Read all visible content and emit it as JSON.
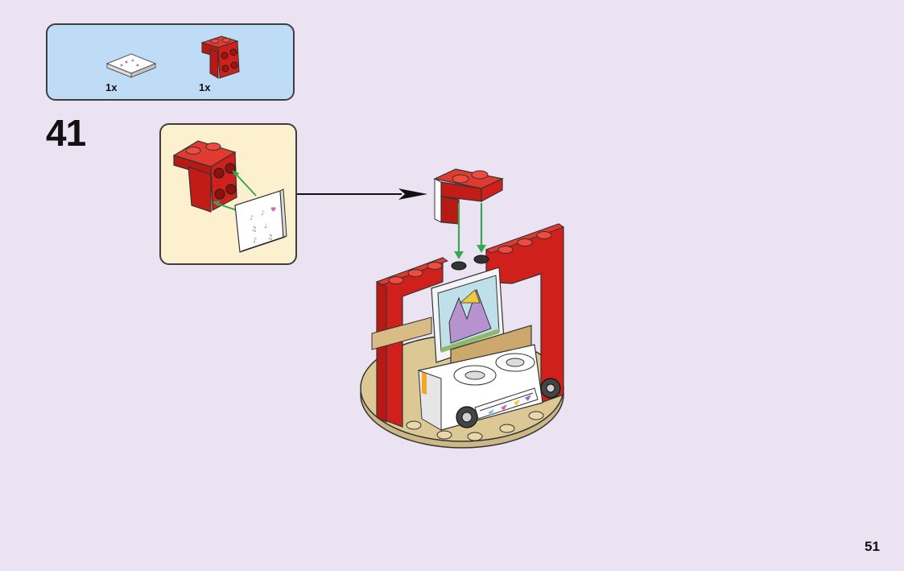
{
  "parts_list": {
    "items": [
      {
        "name": "white-printed-tile",
        "quantity": "1x"
      },
      {
        "name": "red-bracket",
        "quantity": "1x"
      }
    ]
  },
  "step": {
    "number": "41"
  },
  "page": {
    "number": "51"
  },
  "colors": {
    "background": "#ece3f2",
    "parts_box": "#bfdcf6",
    "sub_box": "#fdf0cf",
    "brick_red": "#d0201c",
    "arrow_green": "#36a853",
    "tan": "#dcc895"
  }
}
